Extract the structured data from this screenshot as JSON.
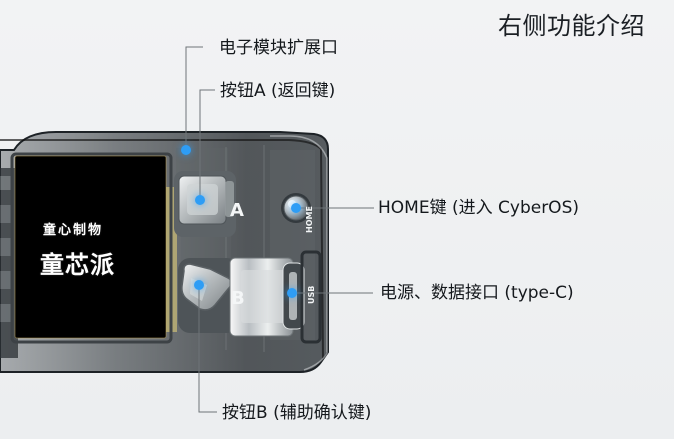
{
  "title": "右侧功能介绍",
  "labels": {
    "module_port": "电子模块扩展口",
    "button_a": "按钮A (返回键)",
    "home_key": "HOME键 (进入 CyberOS)",
    "power_port": "电源、数据接口 (type-C)",
    "button_b": "按钮B (辅助确认键)"
  },
  "device": {
    "screen_top_text": "童心制物",
    "screen_main_text": "童芯派",
    "button_a_letter": "A",
    "button_b_letter": "B",
    "home_text": "HOME",
    "usb_text": "USB"
  },
  "colors": {
    "callout_dot": "#2e9df5",
    "screen_bg": "#000000",
    "device_shadow": "#202529"
  }
}
